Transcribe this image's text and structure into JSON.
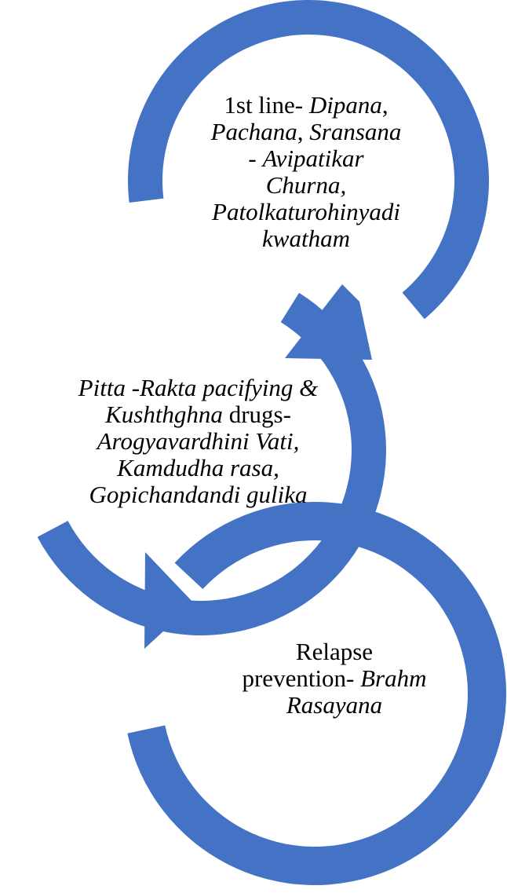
{
  "colors": {
    "arrow": "#4472c4",
    "background": "#ffffff",
    "text": "#000000"
  },
  "steps": [
    {
      "lines": [
        [
          {
            "t": "1st line- ",
            "i": false
          },
          {
            "t": "Dipana",
            "i": true
          },
          {
            "t": ",",
            "i": false
          }
        ],
        [
          {
            "t": "Pachana",
            "i": true
          },
          {
            "t": ", ",
            "i": false
          },
          {
            "t": "Sransana",
            "i": true
          }
        ],
        [
          {
            "t": "- ",
            "i": false
          },
          {
            "t": "Avipatikar",
            "i": true
          }
        ],
        [
          {
            "t": "Churna,",
            "i": true
          }
        ],
        [
          {
            "t": "Patolkaturohinyadi",
            "i": true
          }
        ],
        [
          {
            "t": "kwatham",
            "i": true
          }
        ]
      ]
    },
    {
      "lines": [
        [
          {
            "t": "Pitta -Rakta pacifying &",
            "i": true
          }
        ],
        [
          {
            "t": "Kushthghna",
            "i": true
          },
          {
            "t": " drugs-",
            "i": false
          }
        ],
        [
          {
            "t": "Arogyavardhini Vati,",
            "i": true
          }
        ],
        [
          {
            "t": "Kamdudha rasa,",
            "i": true
          }
        ],
        [
          {
            "t": "Gopichandandi gulika",
            "i": true
          }
        ]
      ]
    },
    {
      "lines": [
        [
          {
            "t": "Relapse",
            "i": false
          }
        ],
        [
          {
            "t": "prevention- ",
            "i": false
          },
          {
            "t": "Brahm",
            "i": true
          }
        ],
        [
          {
            "t": "Rasayana",
            "i": true
          }
        ]
      ]
    }
  ]
}
